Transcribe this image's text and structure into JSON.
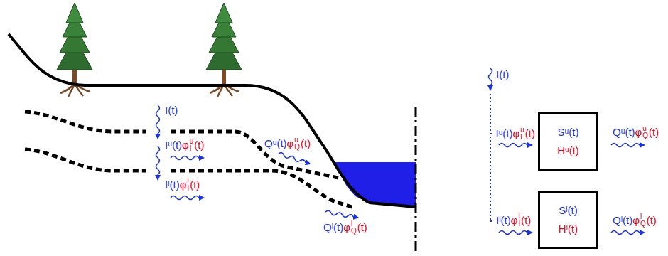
{
  "diagram": {
    "nodes": [
      {
        "text": [
          "Sᵘ(t)",
          "Hᵘ(t)"
        ]
      },
      {
        "text": [
          "Sˡ(t)",
          "Hˡ(t)"
        ]
      }
    ],
    "labels": [
      "I(t)",
      "Iᵘ(t)",
      "φ",
      "u",
      "I",
      "(t)",
      "Iˡ(t)",
      "φ",
      "l",
      "I",
      "(t)",
      "Qᵘ(t)",
      "φ",
      "u",
      "Q",
      "(t)",
      "Qˡ(t)",
      "φ",
      "l",
      "Q",
      "(t)",
      "I(t)",
      "Iᵘ(t)",
      "φ",
      "u",
      "I",
      "(t)",
      "Iˡ(t)",
      "φ",
      "l",
      "I",
      "(t)",
      "Qᵘ(t)",
      "φ",
      "u",
      "Q",
      "(t)",
      "Qˡ(t)",
      "φ",
      "l",
      "Q",
      "(t)"
    ]
  }
}
